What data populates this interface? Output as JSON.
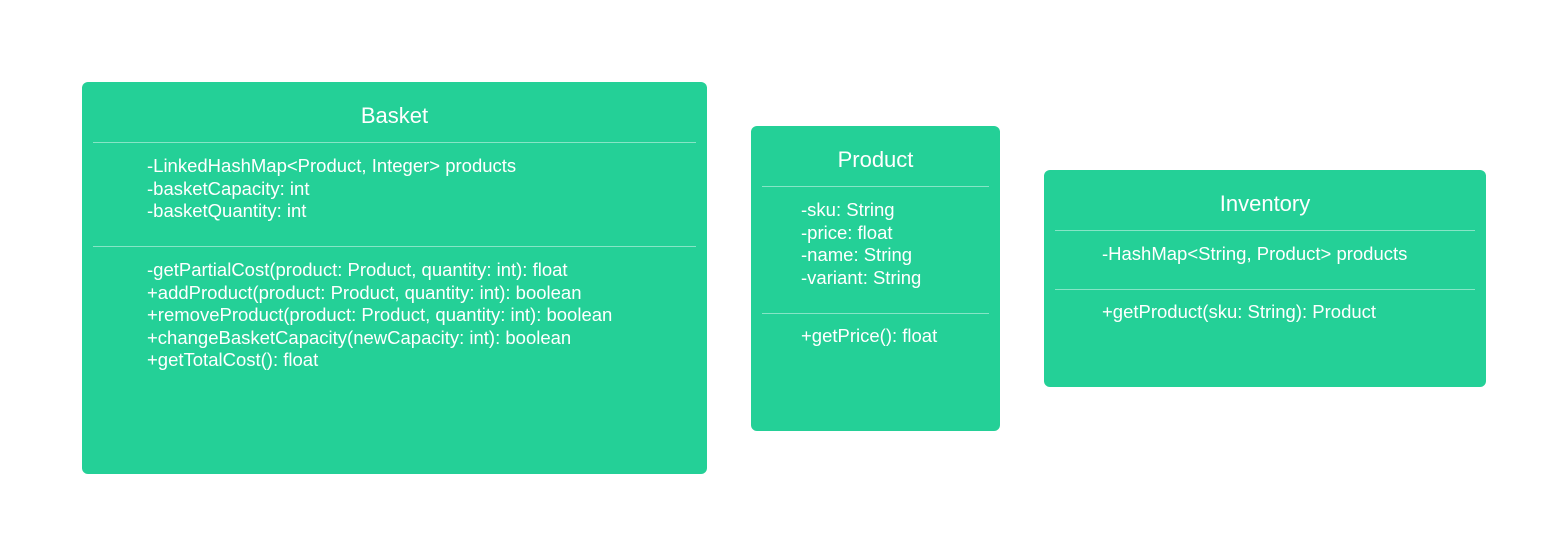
{
  "diagram": {
    "classes": [
      {
        "name": "Basket",
        "attributes": [
          "-LinkedHashMap<Product, Integer> products",
          "-basketCapacity: int",
          "-basketQuantity: int"
        ],
        "operations": [
          "-getPartialCost(product: Product, quantity: int): float",
          "+addProduct(product: Product, quantity: int): boolean",
          "+removeProduct(product: Product, quantity: int): boolean",
          "+changeBasketCapacity(newCapacity: int): boolean",
          "+getTotalCost(): float"
        ]
      },
      {
        "name": "Product",
        "attributes": [
          "-sku: String",
          "-price: float",
          "-name: String",
          "-variant: String"
        ],
        "operations": [
          "+getPrice(): float"
        ]
      },
      {
        "name": "Inventory",
        "attributes": [
          "-HashMap<String, Product> products"
        ],
        "operations": [
          "+getProduct(sku: String): Product"
        ]
      }
    ],
    "colors": {
      "box_fill": "#24d097",
      "text": "#ffffff",
      "background": "#ffffff"
    }
  }
}
